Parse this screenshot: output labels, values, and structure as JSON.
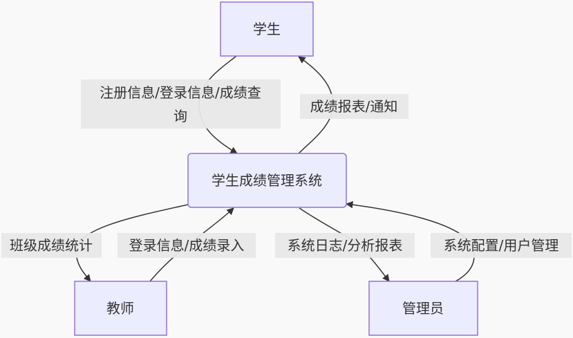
{
  "nodes": {
    "student": "学生",
    "system": "学生成绩管理系统",
    "teacher": "教师",
    "admin": "管理员"
  },
  "edges": {
    "student_to_system_line1": "注册信息/登录信息/成绩查",
    "student_to_system_line2": "询",
    "system_to_student": "成绩报表/通知",
    "system_to_teacher": "班级成绩统计",
    "teacher_to_system": "登录信息/成绩录入",
    "system_to_admin": "系统日志/分析报表",
    "admin_to_system": "系统配置/用户管理"
  },
  "colors": {
    "node_fill": "#ececff",
    "node_stroke": "#9370db",
    "edge": "#333333",
    "label_bg": "#e8e8e8",
    "background": "#f9f9f9"
  }
}
